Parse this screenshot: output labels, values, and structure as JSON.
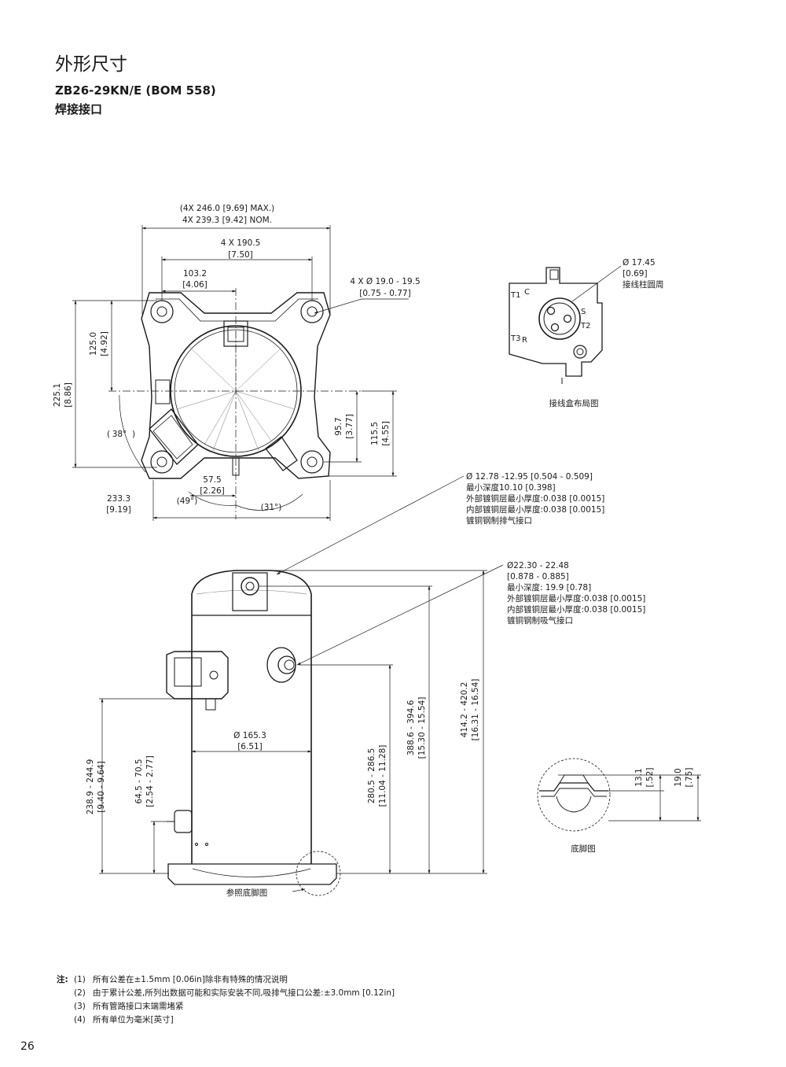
{
  "header": {
    "title": "外形尺寸",
    "model": "ZB26-29KN/E (BOM 558)",
    "connection": "焊接接口"
  },
  "top_view": {
    "overall_max": "(4X 246.0 [9.69] MAX.)",
    "overall_nom": "4X 239.3 [9.42] NOM.",
    "bolt_spacing": "4 X 190.5",
    "bolt_spacing_in": "[7.50]",
    "offset_103": "103.2",
    "offset_103_in": "[4.06]",
    "hole_dia": "4 X Ø 19.0 - 19.5",
    "hole_dia_in": "[0.75 - 0.77]",
    "dim_125": "125.0",
    "dim_125_in": "[4.92]",
    "dim_225": "225.1",
    "dim_225_in": "[8.86]",
    "angle_38": "38°",
    "dim_95": "95.7",
    "dim_95_in": "[3.77]",
    "dim_115": "115.5",
    "dim_115_in": "[4.55]",
    "dim_57": "57.5",
    "dim_57_in": "[2.26]",
    "dim_233": "233.3",
    "dim_233_in": "[9.19]",
    "angle_49": "(49°)",
    "angle_31": "(31°)"
  },
  "terminal_box": {
    "dia": "Ø 17.45",
    "dia_in": "[0.69]",
    "dia_note": "接线柱圆周",
    "t1": "T1",
    "c": "C",
    "s": "S",
    "t2": "T2",
    "t3": "T3",
    "r": "R",
    "caption": "接线盒布局图"
  },
  "discharge": {
    "l1": "Ø 12.78 -12.95 [0.504 - 0.509]",
    "l2": "最小深度10.10 [0.398]",
    "l3": "外部镀铜层最小厚度:0.038 [0.0015]",
    "l4": "内部镀铜层最小厚度:0.038 [0.0015]",
    "l5": "镀铜钢制排气接口"
  },
  "suction": {
    "l1": "Ø22.30 - 22.48",
    "l2": "[0.878 - 0.885]",
    "l3": "最小深度: 19.9 [0.78]",
    "l4": "外部镀铜层最小厚度:0.038 [0.0015]",
    "l5": "内部镀铜层最小厚度:0.038 [0.0015]",
    "l6": "镀铜钢制吸气接口"
  },
  "side_view": {
    "body_dia": "Ø 165.3",
    "body_dia_in": "[6.51]",
    "dim_238": "238.9 - 244.9",
    "dim_238_in": "[9.40 - 9.64]",
    "dim_64": "64.5 - 70.5",
    "dim_64_in": "[2.54 - 2.77]",
    "dim_280": "280.5 - 286.5",
    "dim_280_in": "[11.04 - 11.28]",
    "dim_388": "388.6 - 394.6",
    "dim_388_in": "[15.30 - 15.54]",
    "dim_414": "414.2 - 420.2",
    "dim_414_in": "[16.31 - 16.54]",
    "foot_ref": "参照底脚图"
  },
  "foot_detail": {
    "dim_13": "13.1",
    "dim_13_in": "[.52]",
    "dim_19": "19.0",
    "dim_19_in": "[.75]",
    "caption": "底脚图"
  },
  "notes": {
    "label": "注:",
    "n1_num": "(1)",
    "n1": "所有公差在±1.5mm [0.06in]除非有特殊的情况说明",
    "n2_num": "(2)",
    "n2": "由于累计公差,所列出数据可能和实际安装不同,吸排气接口公差:±3.0mm [0.12in]",
    "n3_num": "(3)",
    "n3": "所有管路接口末端需堵紧",
    "n4_num": "(4)",
    "n4": "所有单位为毫米[英寸]"
  },
  "page_number": "26"
}
